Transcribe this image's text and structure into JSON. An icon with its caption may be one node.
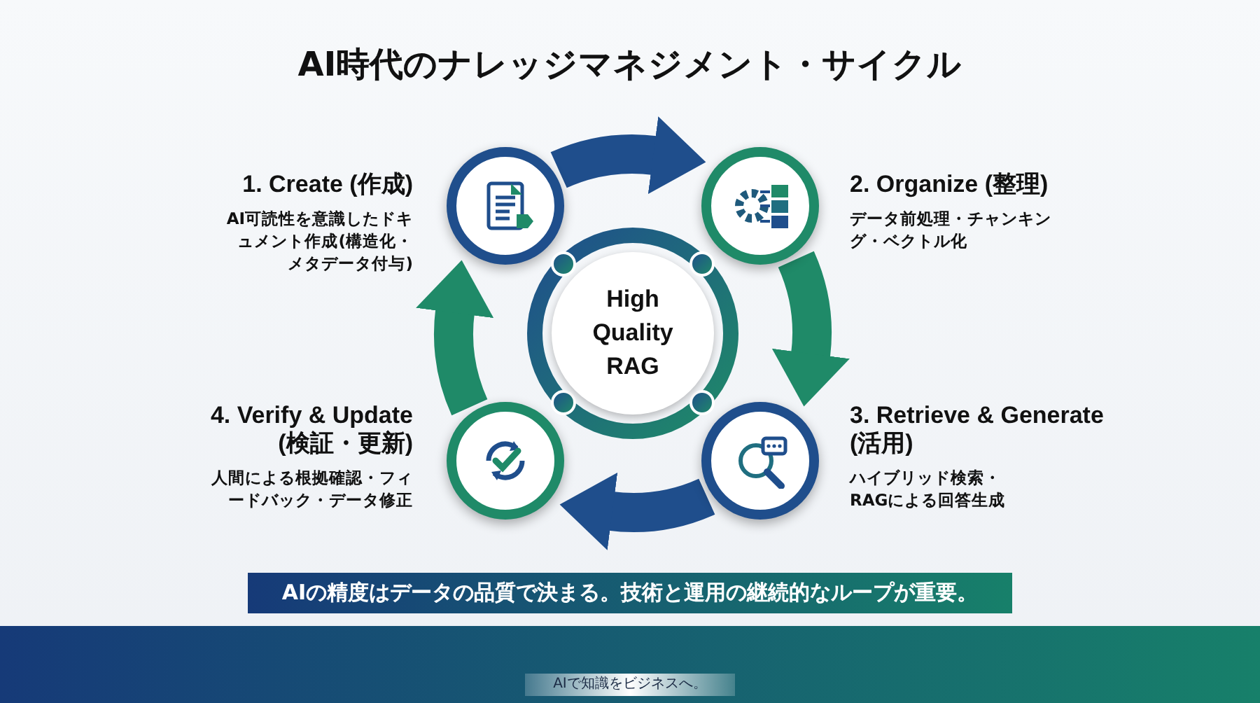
{
  "diagram": {
    "title": "AI時代のナレッジマネジメント・サイクル",
    "nodes": [
      {
        "text": [
          "High Quality RAG"
        ]
      },
      {
        "text": [],
        "shape": "circle",
        "beside": [
          "1. Create (作成)",
          "AI可読性を意識したドキュメント作成(構造化・メタデータ付与)"
        ]
      },
      {
        "text": [],
        "shape": "circle",
        "beside": [
          "2. Organize (整理)",
          "データ前処理・チャンキング・ベクトル化"
        ]
      },
      {
        "text": [],
        "shape": "circle",
        "beside": [
          "3. Retrieve & Generate (活用)",
          "ハイブリッド検索・RAGによる回答生成"
        ]
      },
      {
        "text": [],
        "shape": "circle",
        "beside": [
          "4. Verify & Update (検証・更新)",
          "人間による根拠確認・フィードバック・データ修正"
        ]
      }
    ],
    "edges": [
      {
        "from": 1,
        "to": 2,
        "arrow": "to",
        "color": "#1f4e8c"
      },
      {
        "from": 2,
        "to": 3,
        "arrow": "to",
        "color": "#1f8a68"
      },
      {
        "from": 3,
        "to": 4,
        "arrow": "to",
        "color": "#1f4e8c"
      },
      {
        "from": 4,
        "to": 1,
        "arrow": "to",
        "color": "#1f8a68"
      }
    ],
    "labels": [
      "AIの精度はデータの品質で決まる。技術と運用の継続的なループが重要。",
      "AIで知識をビジネスへ。"
    ]
  }
}
